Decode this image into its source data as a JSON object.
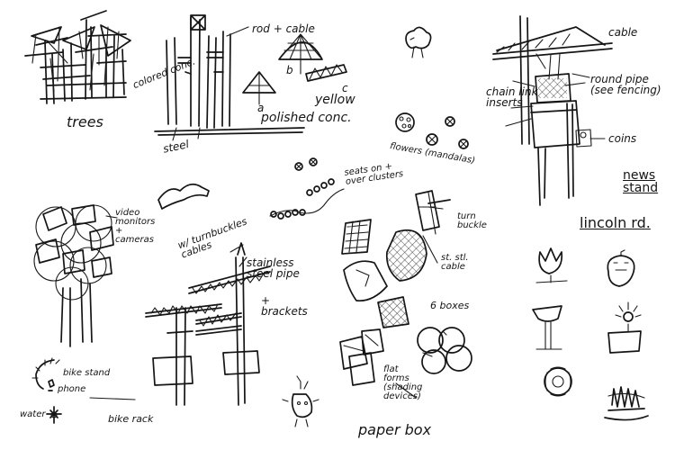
{
  "labels": {
    "trees": "trees",
    "rod_cable": "rod + cable",
    "colored_conc": "colored conc.",
    "yellow": "yellow",
    "polished_conc": "polished conc.",
    "steel": "steel",
    "a": "a",
    "b": "b",
    "c": "c",
    "flowers_mandalas": "flowers (mandalas)",
    "cable": "cable",
    "chain_link_inserts": "chain link inserts",
    "round_pipe": "round pipe (see fencing)",
    "coins": "coins",
    "news_stand": "news stand",
    "lincoln_rd": "lincoln rd.",
    "seats": "seats on + over clusters",
    "video_monitors": "video monitors + cameras",
    "turnbuckles": "w/ turnbuckles cables",
    "stainless_steel_pipe": "stainless steel pipe",
    "brackets": "+ brackets",
    "turnbuckle": "turn buckle",
    "st_stl_cable": "st. stl. cable",
    "six_boxes": "6 boxes",
    "flat_forms": "flat forms (shading devices)",
    "bike_stand": "bike stand",
    "phone": "phone",
    "water": "water",
    "bike_rack": "bike rack",
    "paper_box": "paper box"
  }
}
